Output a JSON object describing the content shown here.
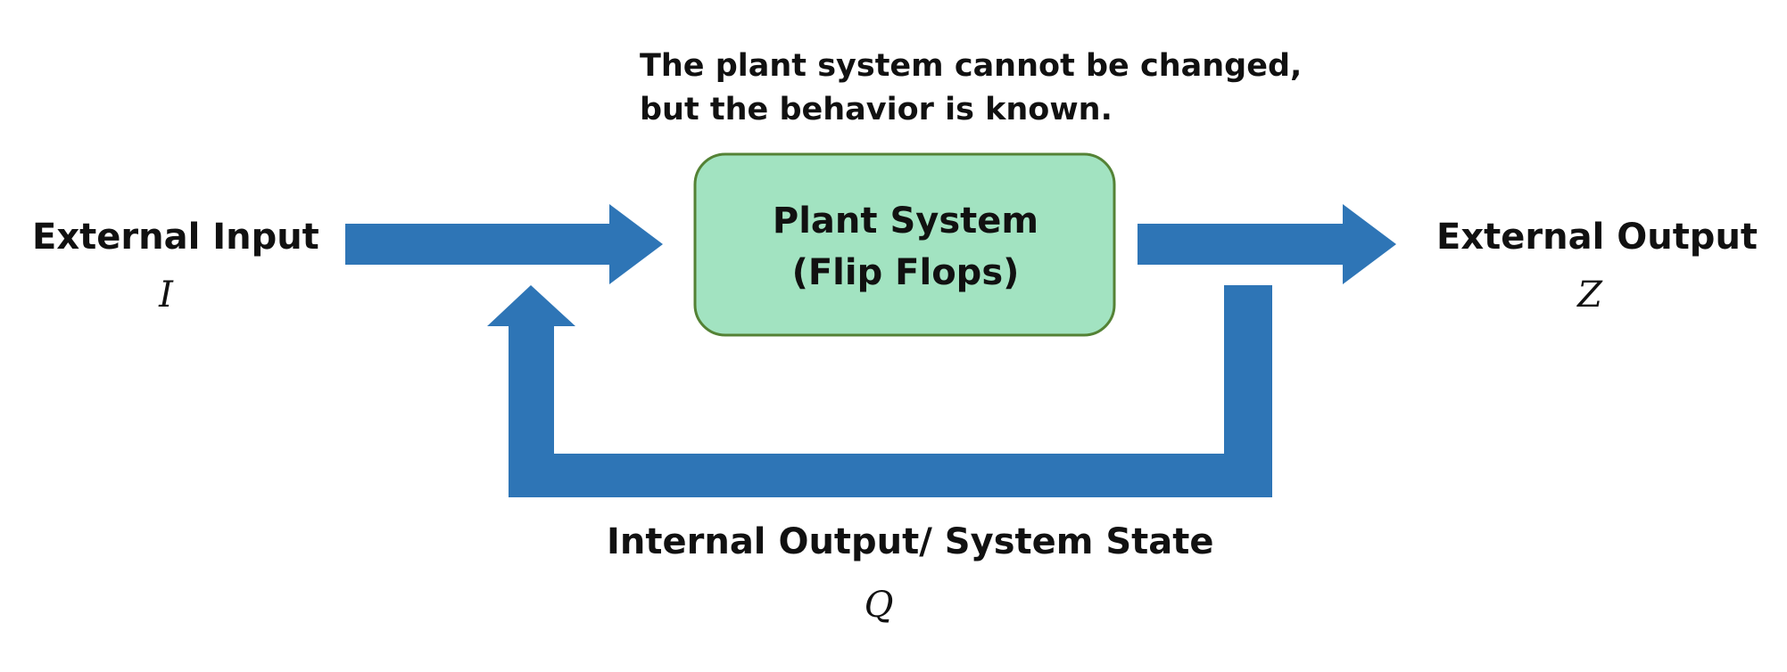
{
  "colors": {
    "arrow": "#2e75b6",
    "plant_fill": "#a2e3c1",
    "plant_border": "#548235",
    "text": "#111111"
  },
  "note": {
    "line1": "The plant system cannot be changed,",
    "line2": "but the behavior is known."
  },
  "plant": {
    "line1": "Plant System",
    "line2": "(Flip Flops)"
  },
  "external_input": {
    "label": "External Input",
    "symbol": "I"
  },
  "external_output": {
    "label": "External Output",
    "symbol": "Z"
  },
  "internal_output": {
    "label": "Internal Output/ System State",
    "symbol": "Q"
  }
}
